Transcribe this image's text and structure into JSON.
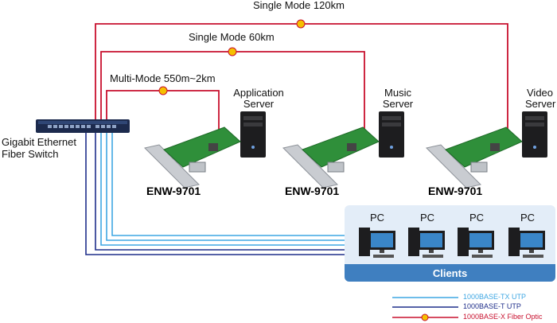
{
  "links": {
    "single_120": "Single Mode 120km",
    "single_60": "Single Mode 60km",
    "multi": "Multi-Mode 550m~2km"
  },
  "switch": {
    "line1": "Gigabit Ethernet",
    "line2": "Fiber Switch"
  },
  "servers": [
    {
      "line1": "Application",
      "line2": "Server",
      "model": "ENW-9701"
    },
    {
      "line1": "Music",
      "line2": "Server",
      "model": "ENW-9701"
    },
    {
      "line1": "Video",
      "line2": "Server",
      "model": "ENW-9701"
    }
  ],
  "clients": {
    "title": "Clients",
    "pcs": [
      "PC",
      "PC",
      "PC",
      "PC"
    ]
  },
  "legend": [
    {
      "label": "1000BASE-TX UTP",
      "color": "#3fa7e3"
    },
    {
      "label": "1000BASE-T UTP",
      "color": "#1f2e8a"
    },
    {
      "label": "1000BASE-X Fiber Optic",
      "color": "#c8102e"
    }
  ],
  "colors": {
    "fiber": "#c8102e",
    "utp_tx": "#3fa7e3",
    "utp_t": "#1f2e8a",
    "clients_bar": "#3f7fc0"
  }
}
